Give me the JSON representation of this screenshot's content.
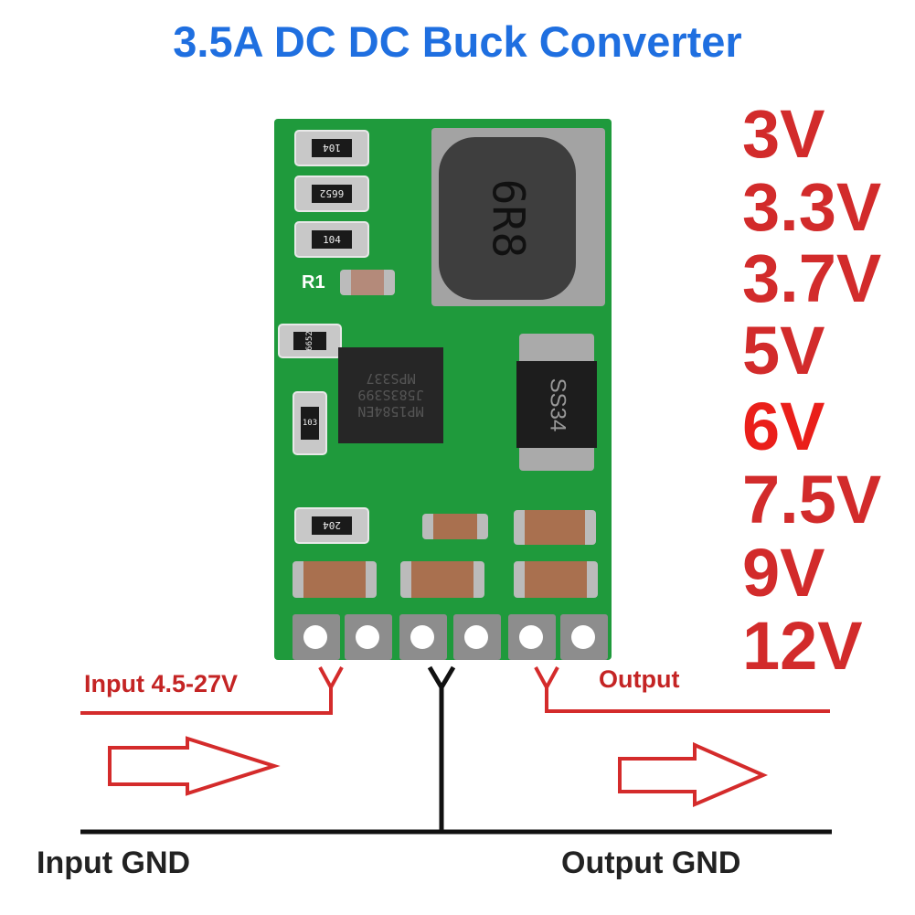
{
  "title": "3.5A DC DC Buck Converter",
  "voltages": [
    "3V",
    "3.3V",
    "3.7V",
    "5V",
    "6V",
    "7.5V",
    "9V",
    "12V"
  ],
  "pcb": {
    "resistors": [
      "104",
      "6652",
      "104",
      "6652",
      "103",
      "204"
    ],
    "r1_label": "R1",
    "inductor": "6R8",
    "chip": [
      "MPS337",
      "J583S399",
      "MP1584EN"
    ],
    "diode": "SS34"
  },
  "labels": {
    "input": "Input 4.5-27V",
    "output": "Output",
    "input_gnd": "Input GND",
    "output_gnd": "Output GND"
  },
  "colors": {
    "title": "#1f6fe0",
    "voltage": "#d22b2b",
    "highlight": "#ea1f1a",
    "pcb": "#1f9a3c"
  }
}
